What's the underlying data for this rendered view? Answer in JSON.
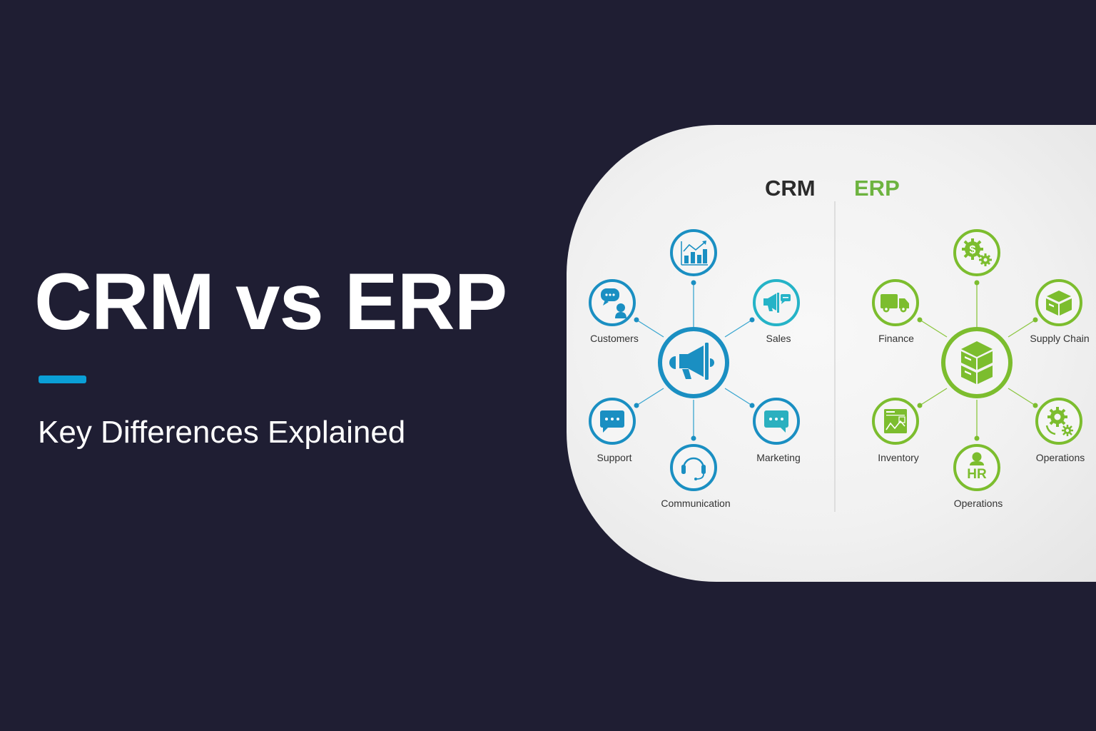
{
  "hero": {
    "title": "CRM vs ERP",
    "subtitle": "Key Differences Explained",
    "accent_color": "#0a9fd6",
    "background_color": "#1f1e33"
  },
  "diagram": {
    "crm": {
      "heading": "CRM",
      "heading_color": "#2b2b2b",
      "accent_color": "#1a8fc2",
      "center_icon": "megaphone-icon",
      "nodes": [
        {
          "label": "",
          "icon": "bar-chart-growth-icon"
        },
        {
          "label": "Customers",
          "icon": "chat-person-icon"
        },
        {
          "label": "Sales",
          "icon": "megaphone-chat-icon"
        },
        {
          "label": "Support",
          "icon": "chat-bubble-icon"
        },
        {
          "label": "Marketing",
          "icon": "chat-bubble-icon"
        },
        {
          "label": "Communication",
          "icon": "headset-icon"
        }
      ]
    },
    "erp": {
      "heading": "ERP",
      "heading_color": "#6db33f",
      "accent_color": "#7cbd2e",
      "center_icon": "server-box-icon",
      "nodes": [
        {
          "label": "",
          "icon": "dollar-gears-icon"
        },
        {
          "label": "Finance",
          "icon": "truck-icon"
        },
        {
          "label": "Supply Chain",
          "icon": "package-box-icon"
        },
        {
          "label": "Inventory",
          "icon": "document-chart-icon"
        },
        {
          "label": "Operations",
          "icon": "gears-icon"
        },
        {
          "label": "Operations",
          "icon": "hr-person-icon"
        }
      ]
    }
  }
}
